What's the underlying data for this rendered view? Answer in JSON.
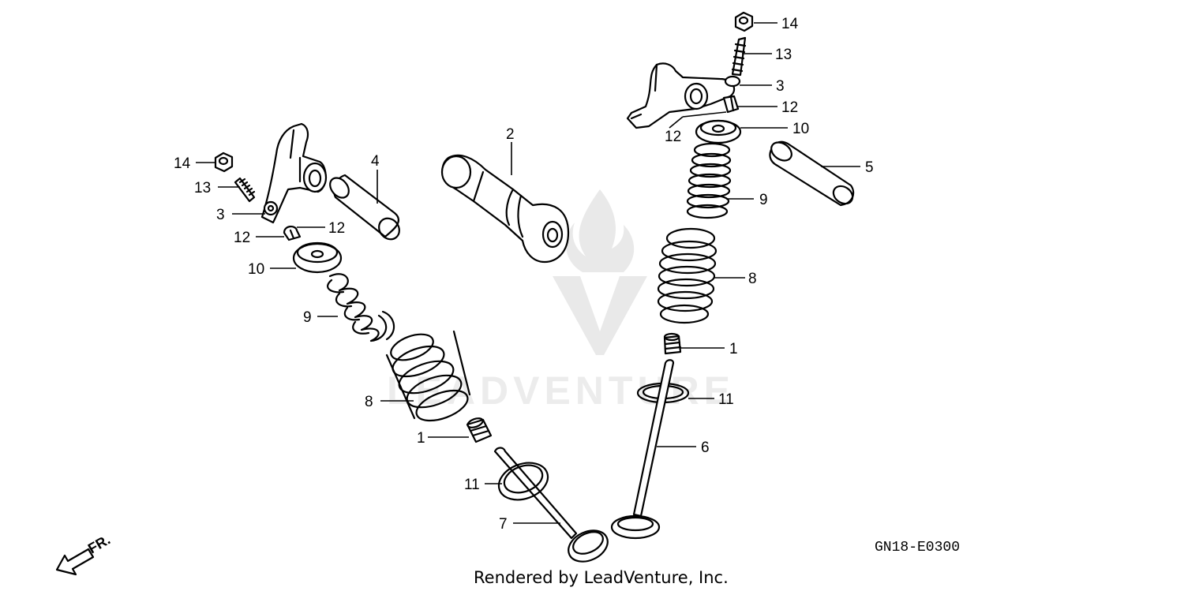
{
  "diagram": {
    "code": "GN18-E0300",
    "footer": "Rendered by LeadVenture, Inc.",
    "watermark_text": "LEADVENTURE",
    "front_indicator": "FR."
  },
  "callouts": {
    "left": {
      "n14": "14",
      "n13": "13",
      "n3": "3",
      "n12a": "12",
      "n12b": "12",
      "n10": "10",
      "n9": "9",
      "n8": "8",
      "n1": "1",
      "n11": "11",
      "n7": "7",
      "n4": "4"
    },
    "center": {
      "n2": "2"
    },
    "right": {
      "n14": "14",
      "n13": "13",
      "n3": "3",
      "n12a": "12",
      "n12b": "12",
      "n10": "10",
      "n5": "5",
      "n9": "9",
      "n8": "8",
      "n1": "1",
      "n11": "11",
      "n6": "6"
    }
  }
}
